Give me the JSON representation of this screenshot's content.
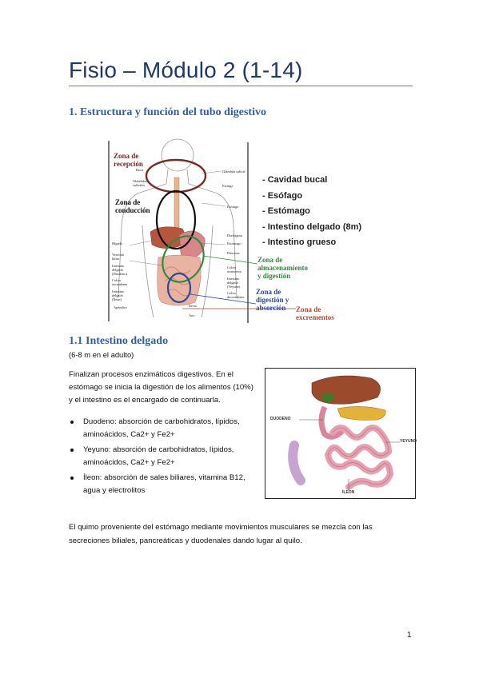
{
  "page": {
    "title": "Fisio – Módulo 2 (1-14)",
    "page_number": "1"
  },
  "section1": {
    "heading": "1. Estructura y función del tubo digestivo",
    "figure": {
      "zones": {
        "recepcion": "Zona de\nrecepción",
        "conduccion": "Zona de\nconducción",
        "almacenamiento": "Zona de\nalmacenamiento\ny digestión",
        "digestion_absorcion": "Zona de\ndigestión y\nabsorción",
        "excrementos": "Zona de\nexcrementos"
      },
      "organs": [
        "- Cavidad bucal",
        "- Esófago",
        "- Estómago",
        "- Intestino delgado (8m)",
        "- Intestino grueso"
      ],
      "small_labels": {
        "boca": "Boca",
        "glandulas_salivales": "Glándulas\nsalivales",
        "glandula_salival": "Glándula salival",
        "faringe": "Faringe",
        "esofago": "Esófago",
        "diafragma": "Diafragma",
        "estomago": "Estómago",
        "pancreas": "Páncreas",
        "higado": "Hígado",
        "vesicula": "Vesícula\nbiliar",
        "intestino_duodeno": "Intestino\ndelgado\n(Duodeno)",
        "colon_ascendente": "Colon\nascendente",
        "intestino_ileon": "Intestino\ndelgado\n(Íleon)",
        "apendice": "Apéndice",
        "colon_transverso": "Colon\ntransverso",
        "intestino_yeyuno": "Intestino\ndelgado\n(Yeyuno)",
        "colon_descendente": "Colon\ndescendente",
        "recto": "Recto",
        "ano": "Ano"
      }
    }
  },
  "section11": {
    "heading": "1.1 Intestino delgado",
    "subtitle": "(6-8 m en el adulto)",
    "intro": "Finalizan procesos enzimáticos digestivos. En el estómago se inicia la digestión de los alimentos (10%) y el intestino es el encargado de continuarla.",
    "bullets": [
      "Duodeno: absorción de carbohidratos, lípidos, aminoácidos, Ca2+ y Fe2+",
      "Yeyuno: absorción de carbohidratos, lípidos, aminoácidos, Ca2+ y Fe2+",
      "Íleon: absorción de sales biliares, vitamina B12, agua y electrolitos"
    ],
    "figure_labels": {
      "duodeno": "DUODENO",
      "yeyuno": "YEYUNO",
      "ileon": "ÍLEON"
    },
    "closing": "El quimo proveniente del estómago mediante movimientos musculares se mezcla con las secreciones biliales, pancreáticas y duodenales dando lugar al quilo."
  },
  "colors": {
    "title": "#1f3864",
    "heading": "#2e5fa3",
    "zone_recepcion": "#7a2a22",
    "zone_conduccion": "#111111",
    "zone_almacenamiento": "#2f8a3a",
    "zone_absorcion": "#2b4a9a",
    "zone_excrementos": "#b5462f"
  }
}
